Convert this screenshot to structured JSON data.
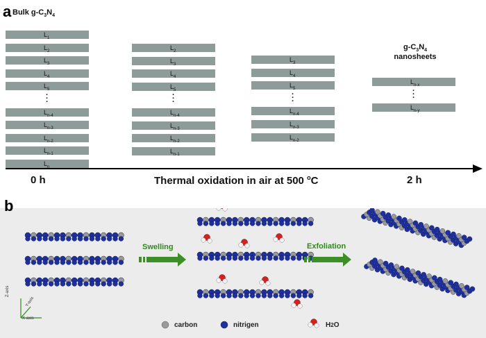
{
  "panel_a": {
    "letter": "a",
    "bulk_title_prefix": "Bulk g-C",
    "bulk_sub1": "3",
    "bulk_mid": "N",
    "bulk_sub2": "4",
    "stack_0h_labels": [
      "L1",
      "L2",
      "L3",
      "L4",
      "L5",
      "⋮",
      "Ln-4",
      "Ln-3",
      "Ln-2",
      "Ln-1",
      "Ln"
    ],
    "stack_mid_labels": [
      "L2",
      "L3",
      "L4",
      "L5",
      "⋮",
      "Ln-4",
      "Ln-3",
      "Ln-2",
      "Ln-1"
    ],
    "stack_late_labels": [
      "L3",
      "L4",
      "L5",
      "⋮",
      "Ln-4",
      "Ln-3",
      "Ln-2"
    ],
    "stack_2h_labels": [
      "Ln-x",
      "⋮",
      "Ln-y"
    ],
    "nano_title_prefix": "g-C",
    "nano_sub1": "3",
    "nano_mid": "N",
    "nano_sub2": "4",
    "nano_title_line2": "nanosheets",
    "time_start": "0 h",
    "process_label": "Thermal oxidation in air at 500",
    "process_sup": "o",
    "process_unit": "C",
    "time_end": "2 h"
  },
  "panel_b": {
    "letter": "b",
    "swelling_label": "Swelling",
    "exfoliation_label": "Exfoliation",
    "axes": {
      "z": "Z-axis",
      "y": "Y-axis",
      "x": "X-axis"
    },
    "legend": {
      "carbon": "carbon",
      "nitrogen": "nitrigen",
      "water_prefix": "H",
      "water_sub": "2",
      "water_suffix": "O"
    }
  },
  "colors": {
    "bar": "#8d9b99",
    "nitrogen": "#1f2f9c",
    "carbon": "#9a9a9a",
    "oxygen": "#d62020",
    "arrow_green": "#3b8f26"
  }
}
